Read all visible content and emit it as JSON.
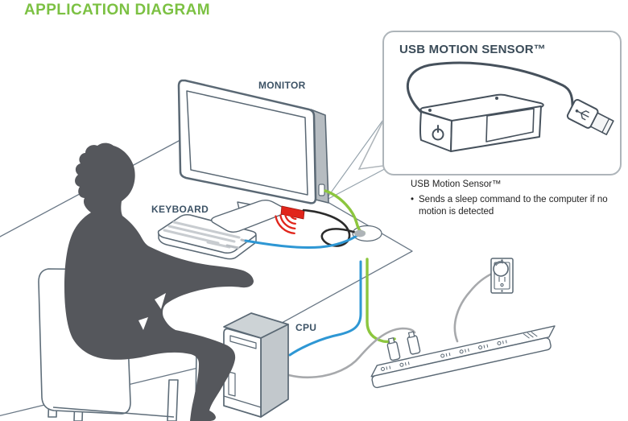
{
  "title": "APPLICATION DIAGRAM",
  "labels": {
    "monitor": "MONITOR",
    "keyboard": "KEYBOARD",
    "cpu": "CPU"
  },
  "callout": {
    "title": "USB MOTION SENSOR™"
  },
  "caption": {
    "name": "USB Motion Sensor™",
    "bullet_marker": "•",
    "bullet": "Sends a sleep command to the computer if no motion is detected"
  },
  "icons": {
    "power": "power-icon",
    "usb_connector": "usb-connector-icon",
    "motion_beams": "motion-beam-arcs-icon"
  },
  "colors": {
    "title_green": "#7CC143",
    "label_slate": "#3D5366",
    "outline_slate": "#5A6874",
    "callout_border": "#AEB5BA",
    "monitor_cable_green": "#8CC63E",
    "keyboard_cable_blue": "#2E97D4",
    "sensor_cable_black": "#2B2B2B",
    "power_cable_grey": "#A7A9AC",
    "sensor_red": "#E1251B",
    "person_grey": "#55575C"
  }
}
